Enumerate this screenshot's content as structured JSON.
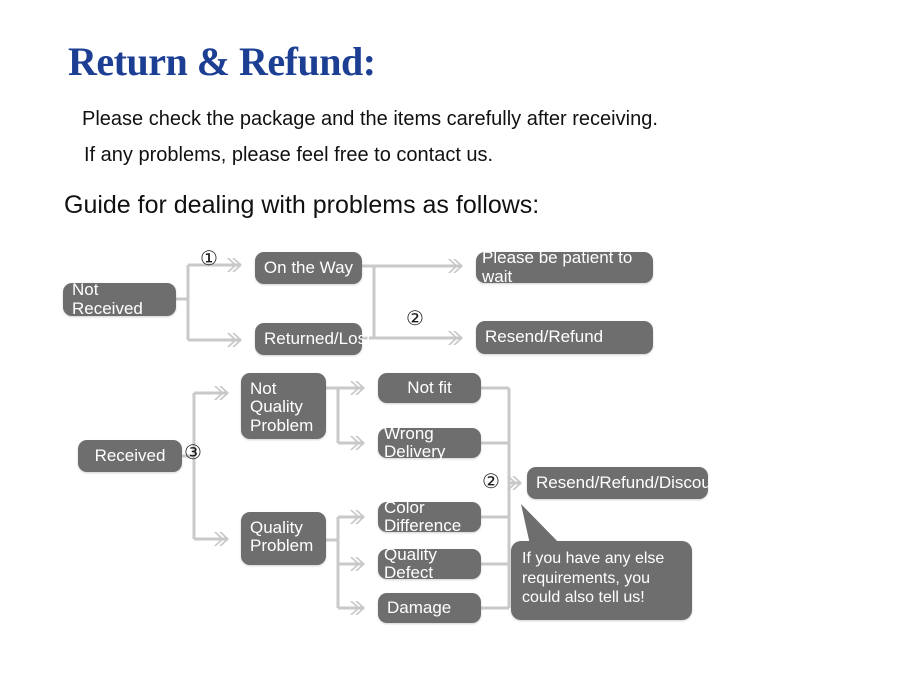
{
  "page": {
    "title": "Return & Refund:",
    "title_color": "#1c3f94",
    "background_color": "#ffffff",
    "node_color": "#6e6e6e",
    "node_text_color": "#ffffff",
    "wire_color": "#c9c9c9",
    "intro_line_1": "Please check the package and the items carefully after receiving.",
    "intro_line_2": "If any problems, please feel free to contact us.",
    "guide_heading": "Guide for dealing with problems as follows:"
  },
  "flow": {
    "nodes": {
      "not_received": "Not Received",
      "on_the_way": "On the Way",
      "returned_lost": "Returned/Lost",
      "please_wait": "Please be patient to wait",
      "resend_refund": "Resend/Refund",
      "received": "Received",
      "not_quality_problem": "Not\nQuality\nProblem",
      "quality_problem": "Quality\nProblem",
      "not_fit": "Not fit",
      "wrong_delivery": "Wrong Delivery",
      "color_difference": "Color Difference",
      "quality_defect": "Quality Defect",
      "damage": "Damage",
      "resend_refund_discount": "Resend/Refund/Discount"
    },
    "steps": {
      "step_1": "①",
      "step_2_top": "②",
      "step_2_bottom": "②",
      "step_3": "③"
    },
    "callout": "If you have any else requirements, you could also tell us!"
  }
}
